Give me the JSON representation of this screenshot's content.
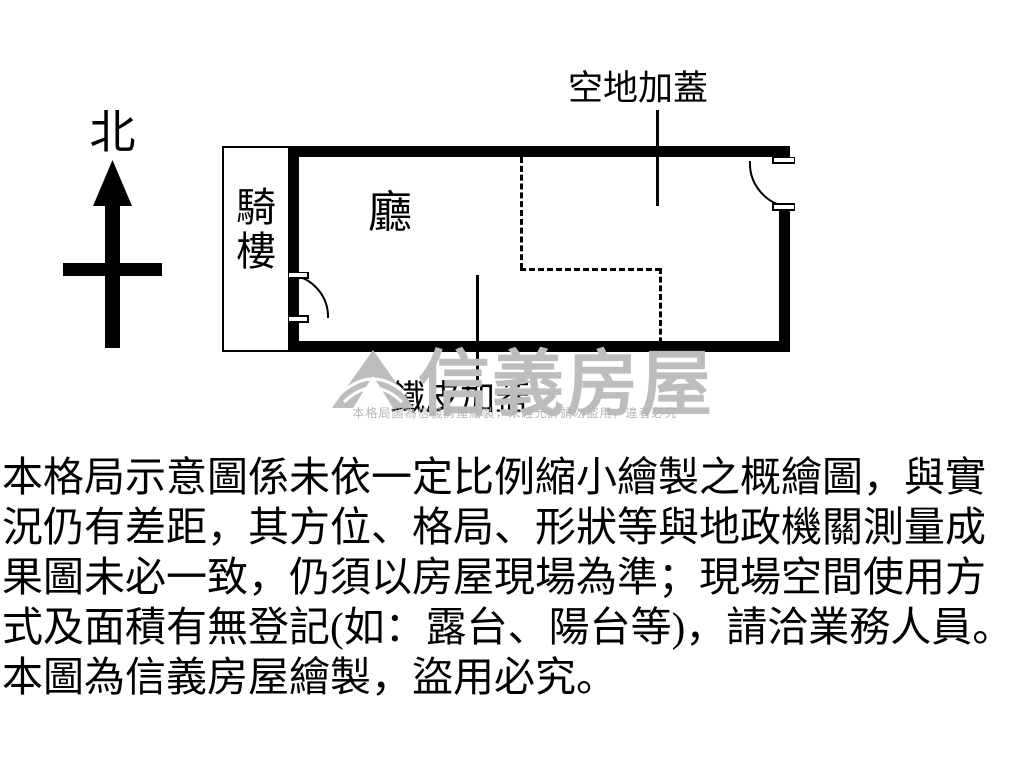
{
  "compass": {
    "label": "北",
    "icon": "north-arrow-icon"
  },
  "plan": {
    "arcade_label": "騎樓",
    "room_label": "廳",
    "callout_top": "空地加蓋",
    "callout_bottom": "鐵皮加蓋",
    "doors": [
      {
        "name": "west-door",
        "position": "left-wall-lower"
      },
      {
        "name": "east-door",
        "position": "right-wall-upper"
      }
    ],
    "colors": {
      "wall": "#000000",
      "background": "#ffffff",
      "watermark": "#bdbdbd"
    }
  },
  "watermark": {
    "brand": "信義房屋",
    "fine_print": "本格局圖為信義房屋繪製，未經允許請勿盜用，違者必究",
    "logo_icon": "sinyi-person-logo-icon"
  },
  "disclaimer": {
    "lines": [
      "本格局示意圖係未依一定比例縮小繪製之概繪圖，與實",
      "況仍有差距，其方位、格局、形狀等與地政機關測量成",
      "果圖未必一致，仍須以房屋現場為準；現場空間使用方",
      "式及面積有無登記(如：露台、陽台等)，請洽業務人員。",
      "本圖為信義房屋繪製，盜用必究。"
    ]
  }
}
